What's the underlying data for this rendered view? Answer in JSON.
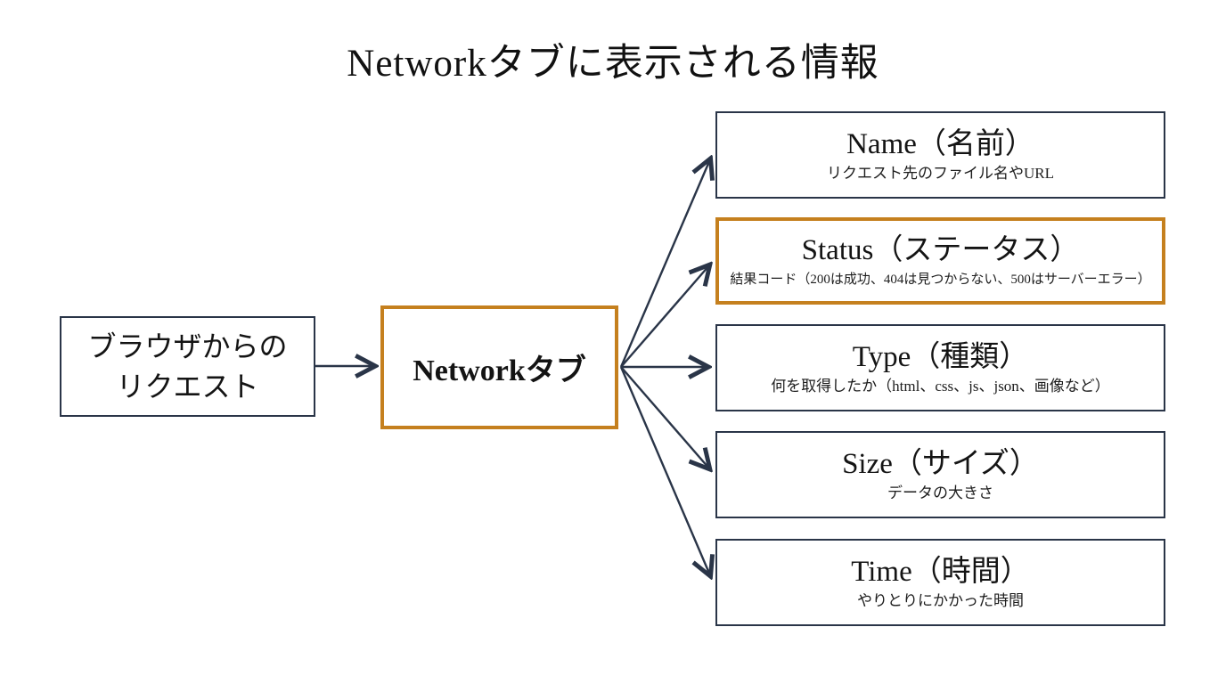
{
  "title": "Networkタブに表示される情報",
  "colors": {
    "line_dark": "#2A3548",
    "accent_orange": "#C5801E"
  },
  "left_box": {
    "line1": "ブラウザからの",
    "line2": "リクエスト"
  },
  "center_box": {
    "label": "Networkタブ",
    "highlighted": true
  },
  "right_boxes": [
    {
      "title": "Name（名前）",
      "subtitle": "リクエスト先のファイル名やURL",
      "highlighted": false
    },
    {
      "title": "Status（ステータス）",
      "subtitle": "結果コード（200は成功、404は見つからない、500はサーバーエラー）",
      "highlighted": true
    },
    {
      "title": "Type（種類）",
      "subtitle": "何を取得したか（html、css、js、json、画像など）",
      "highlighted": false
    },
    {
      "title": "Size（サイズ）",
      "subtitle": "データの大きさ",
      "highlighted": false
    },
    {
      "title": "Time（時間）",
      "subtitle": "やりとりにかかった時間",
      "highlighted": false
    }
  ]
}
